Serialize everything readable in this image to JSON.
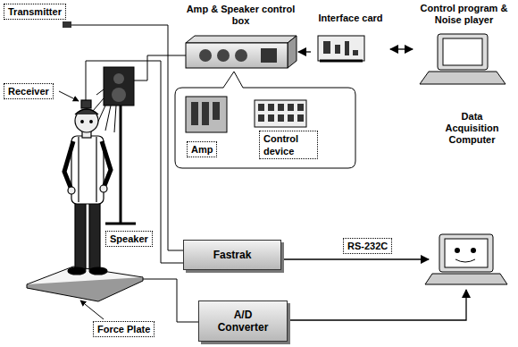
{
  "diagram": {
    "nodes": [
      {
        "text": [
          "Transmitter"
        ]
      },
      {
        "text": [
          "Amp & Speaker control box"
        ]
      },
      {
        "text": [
          "Interface card"
        ]
      },
      {
        "text": [
          "Control program & Noise player"
        ]
      },
      {
        "text": [
          "Receiver"
        ]
      },
      {
        "text": [
          "Amp"
        ]
      },
      {
        "text": [
          "Control device"
        ]
      },
      {
        "text": [
          "Data Acquisition Computer"
        ]
      },
      {
        "text": [
          "Speaker"
        ]
      },
      {
        "text": [
          "Fastrak"
        ]
      },
      {
        "text": [
          "A/D Converter"
        ]
      },
      {
        "text": [
          "Force Plate"
        ]
      }
    ],
    "edges": [
      {
        "from": 2,
        "to": 1,
        "arrow": "to"
      },
      {
        "from": 2,
        "to": 3,
        "arrow": "both"
      },
      {
        "from": 9,
        "to": 7,
        "arrow": "to",
        "label": "RS-232C"
      },
      {
        "from": 10,
        "to": 7,
        "arrow": "to"
      }
    ]
  }
}
